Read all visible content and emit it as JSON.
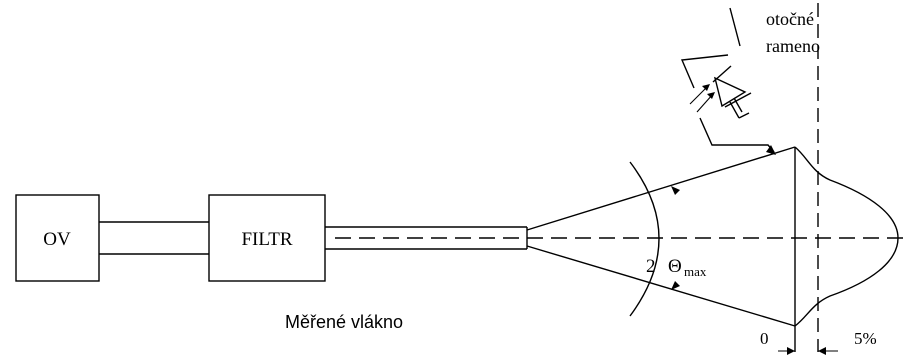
{
  "blocks": {
    "source": "OV",
    "filter": "FILTR"
  },
  "labels": {
    "fiber": "Měřené vlákno",
    "arm_line1": "otočné",
    "arm_line2": "rameno",
    "angle_prefix": "2",
    "angle_symbol": "Θ",
    "angle_subscript": "max",
    "zero": "0",
    "percent": "5%"
  }
}
